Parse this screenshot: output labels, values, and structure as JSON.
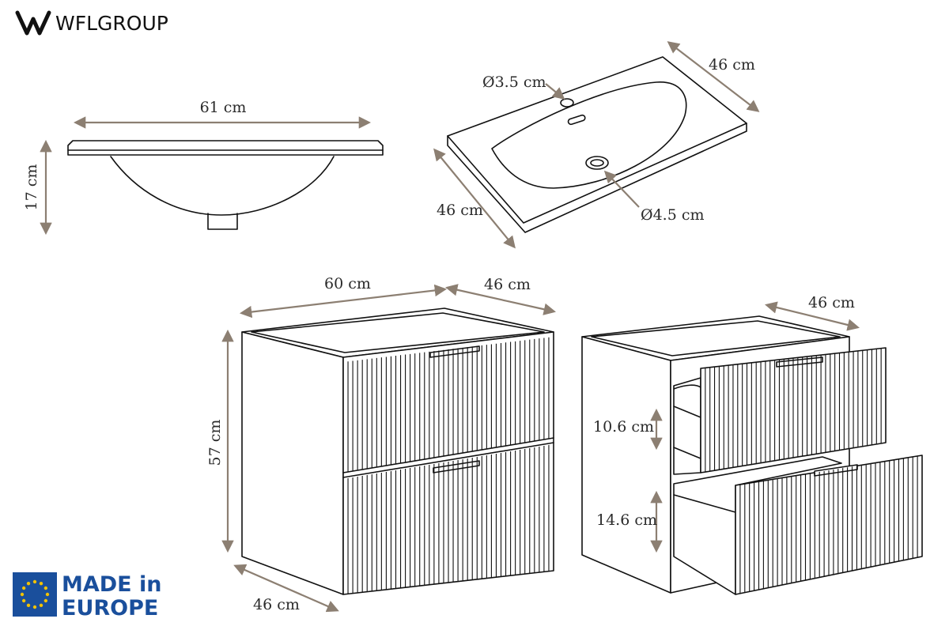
{
  "brand": {
    "name": "WFLGROUP",
    "logo_icon": "wfl-logo-icon"
  },
  "badge": {
    "line1": "MADE in",
    "line2": "EUROPE",
    "flag_icon": "eu-flag-icon",
    "flag_color": "#1a4f9c",
    "star_color": "#f2c200"
  },
  "colors": {
    "outline": "#111111",
    "arrow": "#8c7f72",
    "text": "#2a2a2a"
  },
  "basin_side_view": {
    "width_label": "61 cm",
    "height_label": "17 cm"
  },
  "basin_top_view": {
    "tap_hole_label": "Ø3.5 cm",
    "drain_label": "Ø4.5 cm",
    "depth_label": "46 cm",
    "length_label": "46 cm"
  },
  "cabinet_closed": {
    "width_label": "60 cm",
    "depth_top_label": "46 cm",
    "height_label": "57 cm",
    "depth_bottom_label": "46 cm"
  },
  "cabinet_open": {
    "depth_label": "46 cm",
    "upper_drawer_label": "10.6 cm",
    "lower_drawer_label": "14.6 cm"
  }
}
